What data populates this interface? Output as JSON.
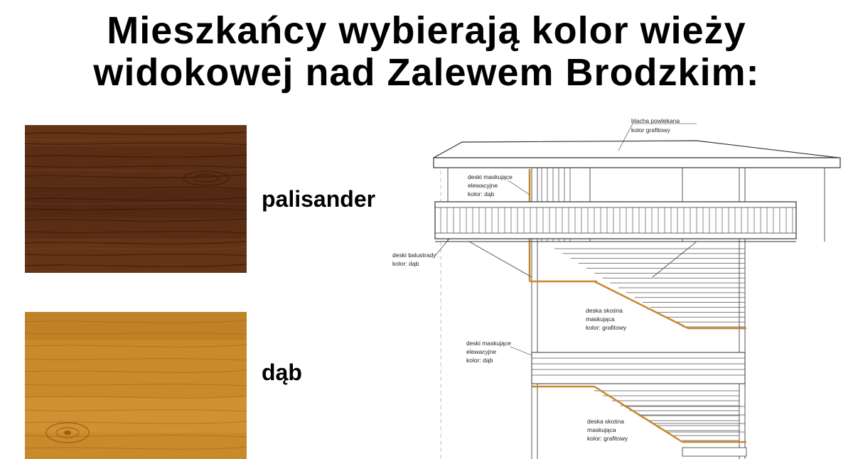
{
  "title": {
    "line1": "Mieszkańcy wybierają kolor wieży",
    "line2": "widokowej nad Zalewem Brodzkim:"
  },
  "swatches": [
    {
      "label": "palisander",
      "base_color": "#5a2e14",
      "grain_color": "#3a1a08"
    },
    {
      "label": "dąb",
      "base_color": "#c98a2c",
      "grain_color": "#a8681a"
    }
  ],
  "drawing": {
    "annotations": {
      "roof_1": "blacha powlekana",
      "roof_2": "kolor grafitowy",
      "top_mask_1": "deski maskujące",
      "top_mask_2": "elewacyjne",
      "top_mask_3": "kolor: dąb",
      "railing_1": "deski balustrady",
      "railing_2": "kolor: dąb",
      "diag1_1": "deska skośna",
      "diag1_2": "maskująca",
      "diag1_3": "kolor: grafitowy",
      "mid_mask_1": "deski maskujące",
      "mid_mask_2": "elewacyjne",
      "mid_mask_3": "kolor: dąb",
      "diag2_1": "deska skośna",
      "diag2_2": "maskująca",
      "diag2_3": "kolor: grafitowy"
    },
    "line_color": "#333333",
    "highlight_color": "#c8882c"
  }
}
